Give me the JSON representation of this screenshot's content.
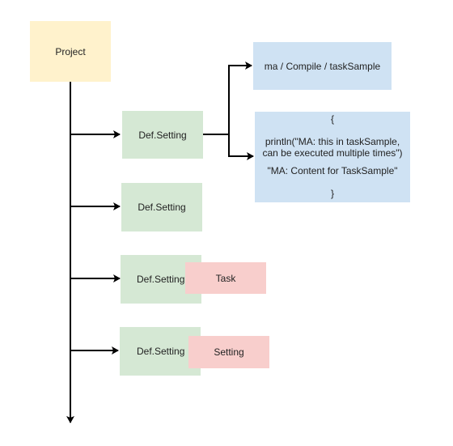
{
  "diagram": {
    "project": {
      "label": "Project"
    },
    "settings": [
      {
        "label": "Def.Setting"
      },
      {
        "label": "Def.Setting"
      },
      {
        "label": "Def.Setting"
      },
      {
        "label": "Def.Setting"
      }
    ],
    "task_path": {
      "label": "ma / Compile / taskSample"
    },
    "task_body": {
      "open": "{",
      "line1": "println(\"MA: this in taskSample,",
      "line2": "can be executed multiple times\")",
      "line3": "\"MA: Content for TaskSample\"",
      "close": "}"
    },
    "task_tag": {
      "label": "Task"
    },
    "setting_tag": {
      "label": "Setting"
    },
    "colors": {
      "project": "#fff2cc",
      "setting": "#d5e8d4",
      "task_info": "#cfe2f3",
      "tag": "#f8cecc",
      "line": "#000000"
    }
  }
}
